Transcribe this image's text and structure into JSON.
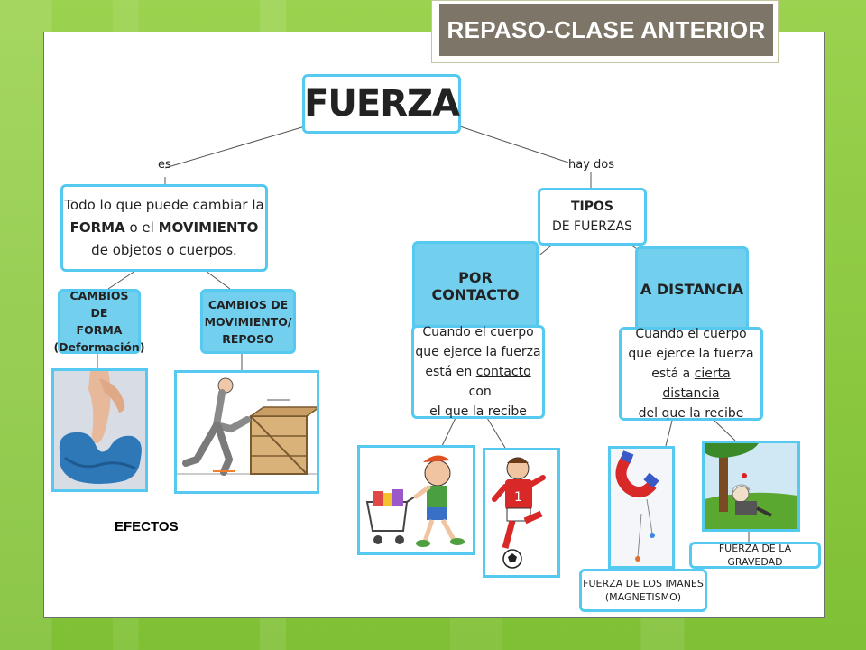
{
  "slide_title": "REPASO-CLASE ANTERIOR",
  "root": "FUERZA",
  "links": {
    "left": "es",
    "right": "hay dos"
  },
  "definition": {
    "line1": "Todo lo que puede cambiar la",
    "forma": "FORMA",
    "o_el": " o el ",
    "movimiento": "MOVIMIENTO",
    "line3": "de objetos o cuerpos."
  },
  "effects": {
    "shape": [
      "CAMBIOS DE",
      "FORMA",
      "(Deformación)"
    ],
    "motion": [
      "CAMBIOS DE",
      "MOVIMIENTO/",
      "REPOSO"
    ],
    "label": "EFECTOS"
  },
  "types": {
    "line1": "TIPOS",
    "line2": "DE FUERZAS"
  },
  "contact": {
    "title": "POR CONTACTO",
    "line1": "Cuando el cuerpo",
    "line2": "que ejerce la fuerza",
    "line3_pre": "está en ",
    "line3_u": "contacto",
    "line3_post": " con",
    "line4": "el que la recibe"
  },
  "distance": {
    "title": "A DISTANCIA",
    "line1": "Cuando el cuerpo",
    "line2": "que ejerce la fuerza",
    "line3_pre": "está a ",
    "line3_u": "cierta distancia",
    "line4": "del que la recibe"
  },
  "captions": {
    "gravity": "FUERZA DE LA GRAVEDAD",
    "magnet1": "FUERZA DE LOS IMANES",
    "magnet2": "(MAGNETISMO)"
  },
  "colors": {
    "accent": "#55c9ef",
    "fill": "#72cfee",
    "title_bg": "#7d7668",
    "bg": "#8cc63f"
  }
}
